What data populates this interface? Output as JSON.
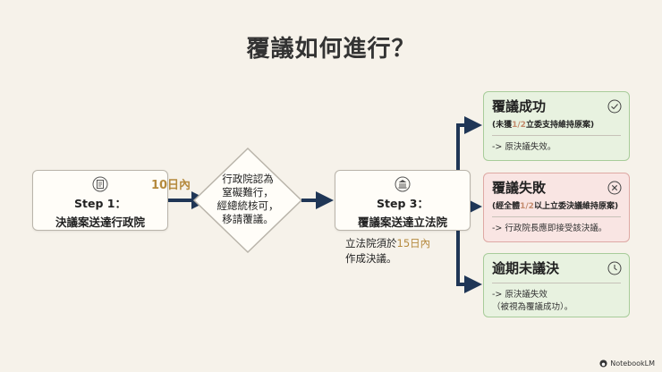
{
  "title": "覆議如何進行？",
  "step1": {
    "line1": "Step 1：",
    "line2": "決議案送達行政院",
    "icon": "document-icon"
  },
  "days_label": "10日內",
  "diamond": {
    "lines": [
      "行政院認為",
      "窒礙難行，",
      "經總統核可，",
      "移請覆議。"
    ]
  },
  "step3": {
    "line1": "Step 3：",
    "line2": "覆議案送達立法院",
    "icon": "government-building-icon"
  },
  "step3_note": {
    "prefix": "立法院須於",
    "highlight": "15日內",
    "suffix": "作成決議。"
  },
  "outcomes": [
    {
      "title": "覆議成功",
      "sub_prefix": "(未獲",
      "sub_highlight": "1/2",
      "sub_suffix": "立委支持維持原案)",
      "body": "-> 原決議失效。",
      "icon": "check-circle-icon"
    },
    {
      "title": "覆議失敗",
      "sub_prefix": "(經全體",
      "sub_highlight": "1/2",
      "sub_suffix": "以上立委決議維持原案)",
      "body": "-> 行政院長應即接受該決議。",
      "icon": "x-circle-icon"
    },
    {
      "title": "逾期未議決",
      "body": "-> 原決議失效\n（被視為覆議成功）。",
      "icon": "clock-icon"
    }
  ],
  "brand": "NotebookLM",
  "colors": {
    "arrow": "#1f3656",
    "highlight": "#b58a3e",
    "success_bg": "#e8f2e0",
    "fail_bg": "#f9e5e3"
  }
}
